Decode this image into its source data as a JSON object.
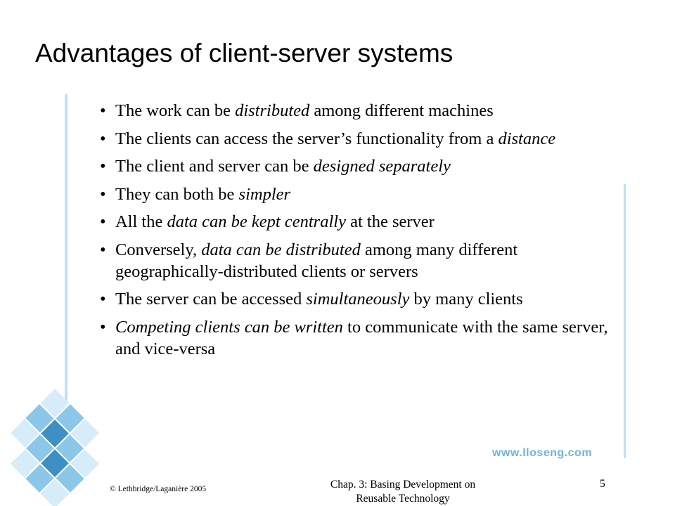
{
  "slide": {
    "title": "Advantages of client-server systems",
    "bullets": [
      {
        "parts": [
          {
            "t": "The work can be ",
            "i": false
          },
          {
            "t": "distributed",
            "i": true
          },
          {
            "t": " among different machines",
            "i": false
          }
        ]
      },
      {
        "parts": [
          {
            "t": "The clients can access the server’s functionality from a ",
            "i": false
          },
          {
            "t": "distance",
            "i": true
          }
        ]
      },
      {
        "parts": [
          {
            "t": "The client and server can be ",
            "i": false
          },
          {
            "t": "designed separately",
            "i": true
          }
        ]
      },
      {
        "parts": [
          {
            "t": "They can both be ",
            "i": false
          },
          {
            "t": "simpler",
            "i": true
          }
        ]
      },
      {
        "parts": [
          {
            "t": "All the ",
            "i": false
          },
          {
            "t": "data can be kept centrally",
            "i": true
          },
          {
            "t": " at the server",
            "i": false
          }
        ]
      },
      {
        "parts": [
          {
            "t": "Conversely, ",
            "i": false
          },
          {
            "t": "data can be distributed",
            "i": true
          },
          {
            "t": " among many different geographically-distributed clients or servers",
            "i": false
          }
        ]
      },
      {
        "parts": [
          {
            "t": "The server can be accessed ",
            "i": false
          },
          {
            "t": "simultaneously",
            "i": true
          },
          {
            "t": " by many clients",
            "i": false
          }
        ]
      },
      {
        "parts": [
          {
            "t": "Competing clients can be written",
            "i": true
          },
          {
            "t": " to communicate with the same server, and vice-versa",
            "i": false
          }
        ]
      }
    ],
    "bullet_glyph": "•"
  },
  "footer": {
    "website": "www.lloseng.com",
    "copyright": "© Lethbridge/Laganière 2005",
    "chapter": "Chap. 3: Basing Development on Reusable Technology",
    "page_number": "5"
  },
  "colors": {
    "accent": "#6fb4e0",
    "rule": "#bfe0f0",
    "logo_dark": "#3d8fc4",
    "logo_mid": "#8cc7ea",
    "logo_light": "#d6ecf8"
  },
  "icons": {
    "logo": "mosaic-squares-logo"
  }
}
